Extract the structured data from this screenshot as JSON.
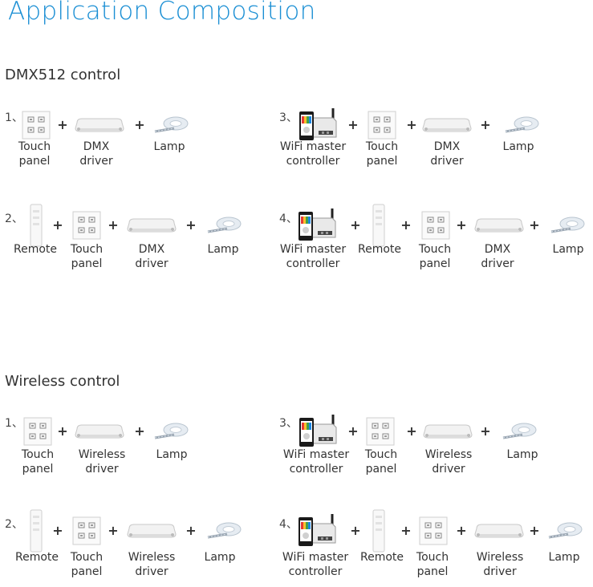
{
  "title": "Application Composition",
  "sections": [
    {
      "heading": "DMX512 control",
      "groups": [
        {
          "num": "1、",
          "labels": [
            "Touch\npanel",
            "DMX\ndriver",
            "Lamp"
          ]
        },
        {
          "num": "2、",
          "labels": [
            "Remote",
            "Touch\npanel",
            "DMX\ndriver",
            "Lamp"
          ]
        },
        {
          "num": "3、",
          "labels": [
            "WiFi master\ncontroller",
            "Touch\npanel",
            "DMX\ndriver",
            "Lamp"
          ]
        },
        {
          "num": "4、",
          "labels": [
            "WiFi master\ncontroller",
            "Remote",
            "Touch\npanel",
            "DMX\ndriver",
            "Lamp"
          ]
        }
      ]
    },
    {
      "heading": "Wireless control",
      "groups": [
        {
          "num": "1、",
          "labels": [
            "Touch\npanel",
            "Wireless\ndriver",
            "Lamp"
          ]
        },
        {
          "num": "2、",
          "labels": [
            "Remote",
            "Touch\npanel",
            "Wireless\ndriver",
            "Lamp"
          ]
        },
        {
          "num": "3、",
          "labels": [
            "WiFi master\ncontroller",
            "Touch\npanel",
            "Wireless\ndriver",
            "Lamp"
          ]
        },
        {
          "num": "4、",
          "labels": [
            "WiFi master\ncontroller",
            "Remote",
            "Touch\npanel",
            "Wireless\ndriver",
            "Lamp"
          ]
        }
      ]
    }
  ],
  "plus_sign": "+"
}
